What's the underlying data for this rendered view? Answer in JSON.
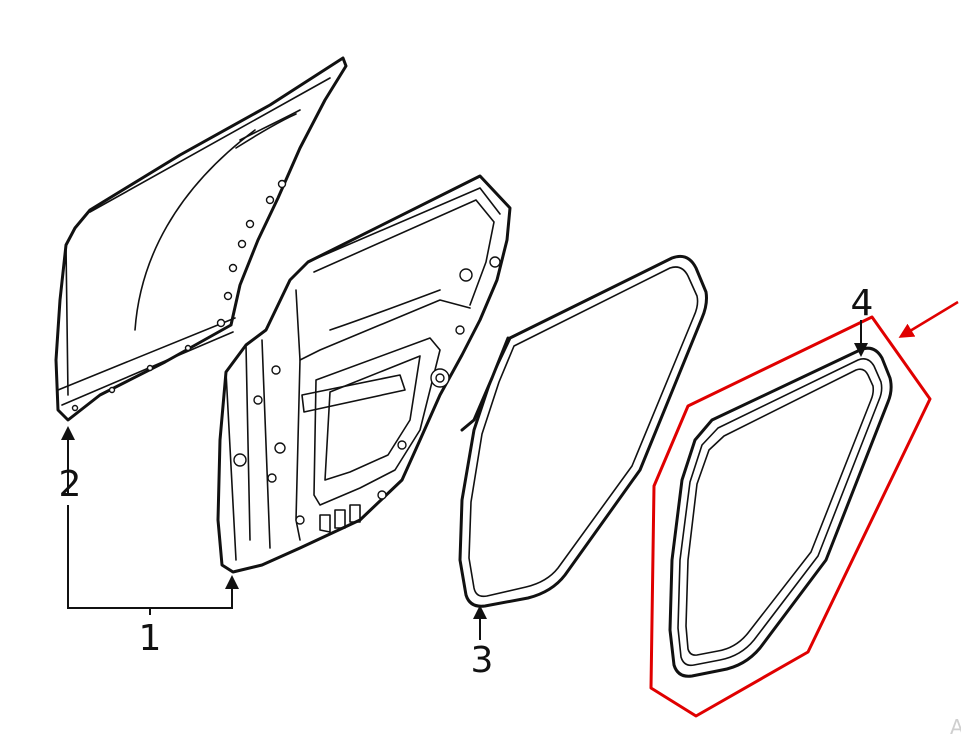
{
  "callouts": [
    {
      "id": "1",
      "label": "1"
    },
    {
      "id": "2",
      "label": "2"
    },
    {
      "id": "3",
      "label": "3"
    },
    {
      "id": "4",
      "label": "4"
    }
  ],
  "watermark": "A",
  "colors": {
    "line": "#111111",
    "highlight": "#e00000",
    "background": "#ffffff"
  }
}
